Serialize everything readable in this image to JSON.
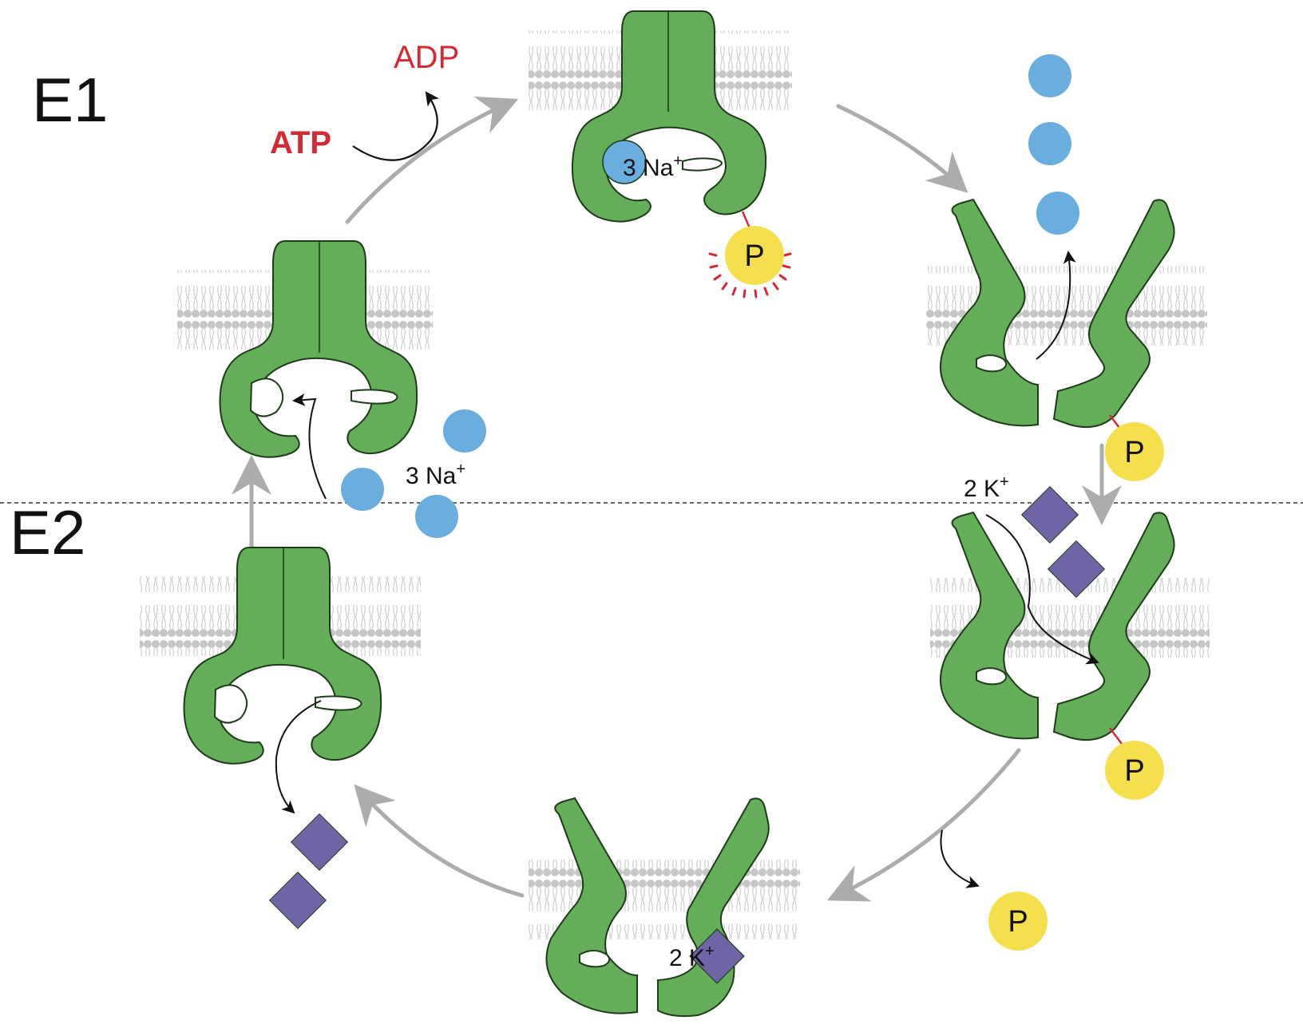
{
  "states": {
    "e1": "E1",
    "e2": "E2"
  },
  "labels": {
    "atp": "ATP",
    "adp": "ADP",
    "na_bound": "3 Na",
    "na_free": "3 Na",
    "k_entering": "2 K",
    "k_bound": "2 K",
    "plus": "+",
    "phosphate": "P"
  },
  "colors": {
    "protein": "#64ae5a",
    "protein_stroke": "#1e3b1a",
    "sodium": "#6aaee0",
    "potassium": "#6f65a6",
    "phosphate": "#f5df4d",
    "atp_text": "#d42a34",
    "membrane": "#c4c4c4",
    "cycle_arrow": "#acacac",
    "divider": "#666666"
  },
  "icons": [
    "sodium-ion-icon",
    "potassium-ion-icon",
    "phosphate-icon",
    "cycle-arrow-icon"
  ]
}
